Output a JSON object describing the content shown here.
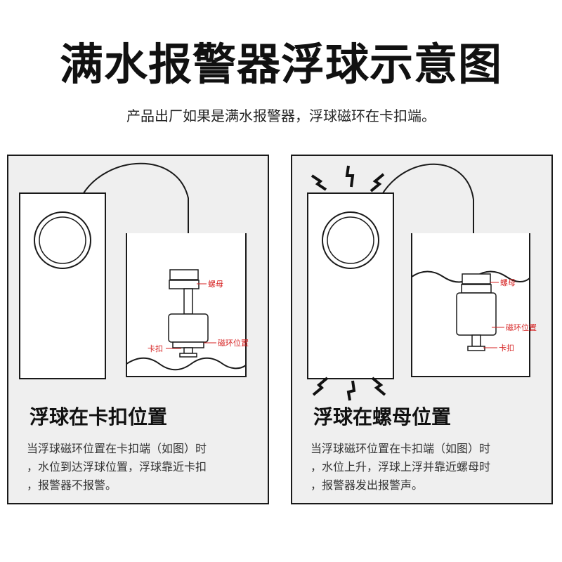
{
  "title": "满水报警器浮球示意图",
  "subtitle": "产品出厂如果是满水报警器，浮球磁环在卡扣端。",
  "colors": {
    "label_red": "#d62020",
    "panel_bg": "#efefef",
    "outline": "#1a1a1a"
  },
  "panels": [
    {
      "heading": "浮球在卡扣位置",
      "description": [
        "当浮球磁环位置在卡扣端（如图）时",
        "，水位到达浮球位置，浮球靠近卡扣",
        "，报警器不报警。"
      ],
      "labels": {
        "nut": "螺母",
        "magnet": "磁环位置",
        "clip": "卡扣"
      }
    },
    {
      "heading": "浮球在螺母位置",
      "description": [
        "当浮球磁环位置在卡扣端（如图）时",
        "，水位上升，浮球上浮并靠近螺母时",
        "，报警器发出报警声。"
      ],
      "labels": {
        "nut": "螺母",
        "magnet": "磁环位置",
        "clip": "卡扣"
      }
    }
  ]
}
